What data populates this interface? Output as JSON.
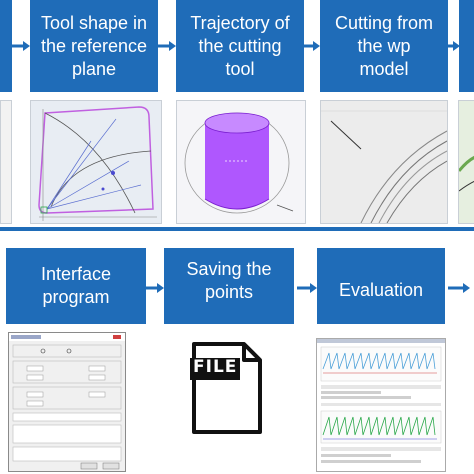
{
  "colors": {
    "box_fill": "#1f6cb8",
    "box_text": "#ffffff",
    "arrow": "#1f6cb8",
    "tool_band": "#a23bff"
  },
  "top_row": [
    {
      "label": "Tool shape in\nthe reference\nplane"
    },
    {
      "label": "Trajectory of\nthe cutting\ntool"
    },
    {
      "label": "Cutting from\nthe wp\nmodel"
    }
  ],
  "bottom_row": [
    {
      "label": "Interface\nprogram"
    },
    {
      "label": "Saving the\npoints"
    },
    {
      "label": "Evaluation"
    }
  ],
  "file_icon": {
    "text": "FILE"
  }
}
